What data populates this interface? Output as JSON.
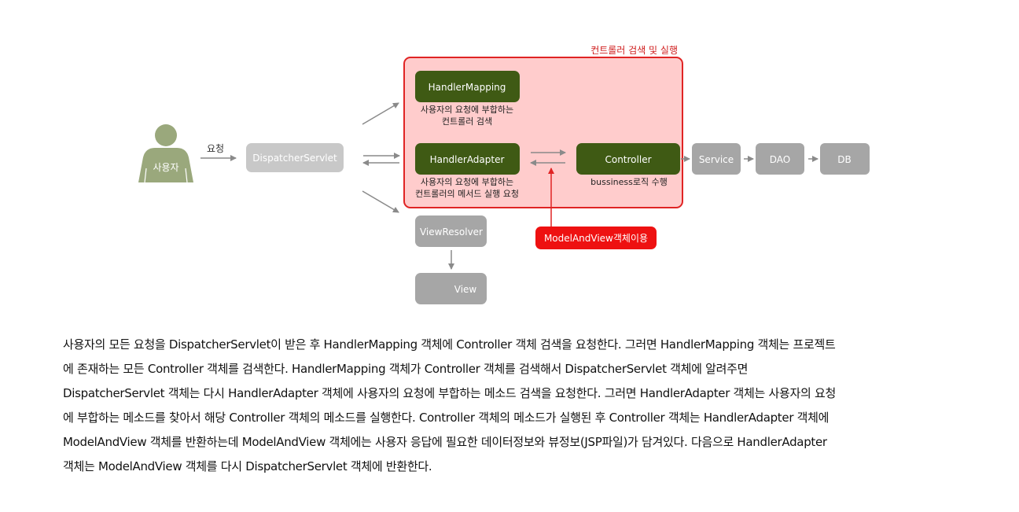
{
  "colors": {
    "highlight_fill": "#ffcccc",
    "highlight_border": "#e02424",
    "highlight_label": "#d02020",
    "node_dark_green": "#3f5a14",
    "node_gray": "#a6a6a6",
    "node_light_gray": "#c8c8c8",
    "user_figure": "#9aa87c",
    "callout_red": "#ee1111",
    "arrow_gray": "#8a8a8a",
    "arrow_red": "#e02424"
  },
  "diagram": {
    "highlight_label": "컨트롤러 검색 및 실행",
    "user_label": "사용자",
    "request_label": "요청",
    "dispatcher": "DispatcherServlet",
    "handler_mapping": "HandlerMapping",
    "handler_mapping_caption": [
      "사용자의 요청에 부합하는",
      "컨트롤러 검색"
    ],
    "handler_adapter": "HandlerAdapter",
    "handler_adapter_caption": [
      "사용자의 요청에 부합하는",
      "컨트롤러의 메서드 실행 요청"
    ],
    "controller": "Controller",
    "controller_caption": "bussiness로직 수행",
    "model_and_view": "ModelAndView객체이용",
    "view_resolver": "ViewResolver",
    "view": "View",
    "service": "Service",
    "dao": "DAO",
    "db": "DB"
  },
  "paragraph_lines": [
    "사용자의 모든 요청을 DispatcherServlet이 받은 후 HandlerMapping 객체에 Controller 객체 검색을 요청한다. 그러면 HandlerMapping 객체는 프로젝트",
    "에 존재하는 모든 Controller 객체를 검색한다. HandlerMapping 객체가 Controller 객체를 검색해서 DispatcherServlet 객체에 알려주면",
    "DispatcherServlet 객체는 다시 HandlerAdapter 객체에 사용자의 요청에 부합하는 메소드 검색을 요청한다. 그러면 HandlerAdapter 객체는 사용자의 요청",
    "에 부합하는 메소드를 찾아서 해당 Controller 객체의 메소드를 실행한다. Controller 객체의 메소드가 실행된 후 Controller 객체는 HandlerAdapter 객체에",
    "ModelAndView 객체를 반환하는데 ModelAndView 객체에는 사용자 응답에 필요한 데이터정보와 뷰정보(JSP파일)가 담겨있다. 다음으로 HandlerAdapter",
    "객체는 ModelAndView 객체를 다시 DispatcherServlet 객체에 반환한다."
  ]
}
